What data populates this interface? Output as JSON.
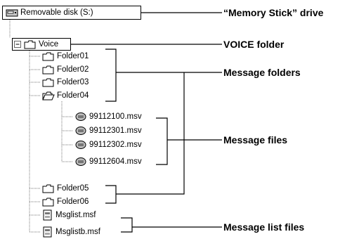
{
  "tree": {
    "drive_label": "Removable disk (S:)",
    "voice_label": "Voice",
    "folders_top": [
      "Folder01",
      "Folder02",
      "Folder03",
      "Folder04"
    ],
    "files": [
      "99112100.msv",
      "99112301.msv",
      "99112302.msv",
      "99112604.msv"
    ],
    "folders_bottom": [
      "Folder05",
      "Folder06"
    ],
    "list_files": [
      "Msglist.msf",
      "Msglistb.msf"
    ]
  },
  "callouts": {
    "drive": "“Memory Stick” drive",
    "voice": "VOICE folder",
    "folders": "Message folders",
    "files": "Message files",
    "list": "Message list files"
  }
}
